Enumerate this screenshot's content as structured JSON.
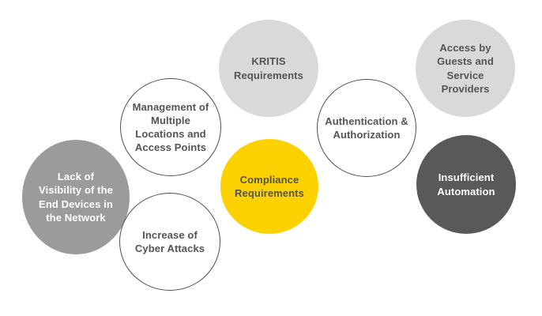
{
  "diagram": {
    "background_color": "#ffffff",
    "colors": {
      "medium_gray": "#9b9b9b",
      "light_gray": "#d9d9d9",
      "dark_gray": "#595959",
      "yellow": "#fcd100",
      "outline": "#4f4f4f",
      "text_dark": "#545454",
      "text_light": "#ffffff"
    },
    "circles": [
      {
        "id": "lack-of-visibility",
        "label": "Lack of Visibility of the End Devices in the Network",
        "fill": "#9b9b9b",
        "text_color": "#ffffff",
        "border_color": null
      },
      {
        "id": "management-of-multiple-locations",
        "label": "Management of Multiple Locations and Access Points",
        "fill": "#ffffff",
        "text_color": "#545454",
        "border_color": "#4f4f4f"
      },
      {
        "id": "increase-of-cyber-attacks",
        "label": "Increase of Cyber Attacks",
        "fill": "#ffffff",
        "text_color": "#545454",
        "border_color": "#4f4f4f"
      },
      {
        "id": "kritis-requirements",
        "label": "KRITIS Requirements",
        "fill": "#d9d9d9",
        "text_color": "#545454",
        "border_color": null
      },
      {
        "id": "compliance-requirements",
        "label": "Compliance Requirements",
        "fill": "#fcd100",
        "text_color": "#545454",
        "border_color": null
      },
      {
        "id": "authentication-authorization",
        "label": "Authentication & Authorization",
        "fill": "#ffffff",
        "text_color": "#545454",
        "border_color": "#4f4f4f"
      },
      {
        "id": "access-by-guests-and-service-providers",
        "label": "Access by Guests and Service Providers",
        "fill": "#d9d9d9",
        "text_color": "#545454",
        "border_color": null
      },
      {
        "id": "insufficient-automation",
        "label": "Insufficient Automation",
        "fill": "#595959",
        "text_color": "#ffffff",
        "border_color": null
      }
    ]
  }
}
